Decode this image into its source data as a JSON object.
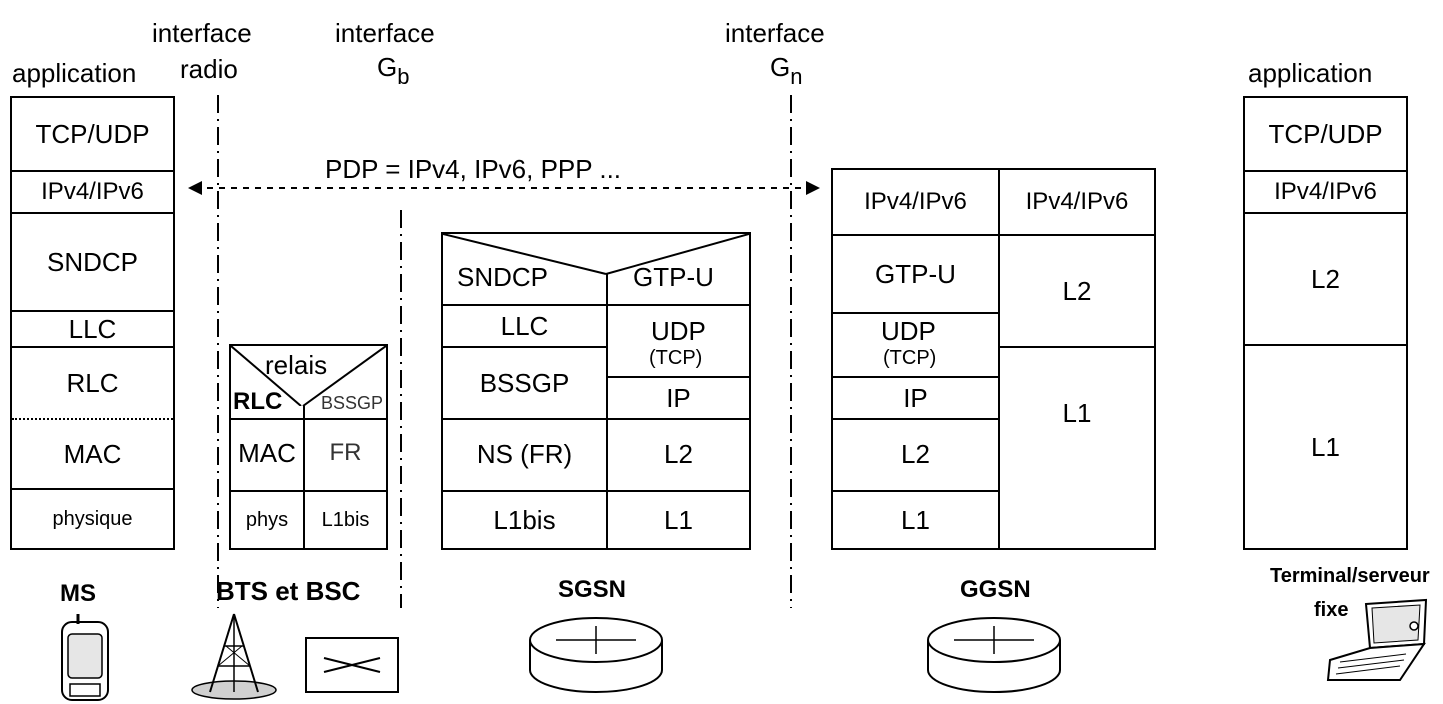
{
  "interfaces": {
    "radio": [
      "interface",
      "radio"
    ],
    "gb": [
      "interface",
      "G",
      "b"
    ],
    "gn": [
      "interface",
      "G",
      "n"
    ]
  },
  "pdp_label": "PDP = IPv4, IPv6, PPP ...",
  "ms": {
    "top_label": "application",
    "layers": [
      "TCP/UDP",
      "IPv4/IPv6",
      "SNDCP",
      "LLC",
      "RLC",
      "MAC",
      "physique"
    ],
    "name": "MS"
  },
  "bts": {
    "relais": "relais",
    "left": [
      "RLC",
      "MAC",
      "phys"
    ],
    "right": [
      "BSSGP",
      "FR",
      "L1bis"
    ],
    "name": "BTS et BSC"
  },
  "sgsn": {
    "left": [
      "SNDCP",
      "LLC",
      "BSSGP",
      "NS (FR)",
      "L1bis"
    ],
    "right": [
      "GTP-U",
      "UDP",
      "(TCP)",
      "IP",
      "L2",
      "L1"
    ],
    "name": "SGSN"
  },
  "ggsn": {
    "left": [
      "IPv4/IPv6",
      "GTP-U",
      "UDP",
      "(TCP)",
      "IP",
      "L2",
      "L1"
    ],
    "right": [
      "IPv4/IPv6",
      "L2",
      "L1"
    ],
    "name": "GGSN"
  },
  "terminal": {
    "top_label": "application",
    "layers": [
      "TCP/UDP",
      "IPv4/IPv6",
      "L2",
      "L1"
    ],
    "name": [
      "Terminal/serveur",
      "fixe"
    ]
  }
}
